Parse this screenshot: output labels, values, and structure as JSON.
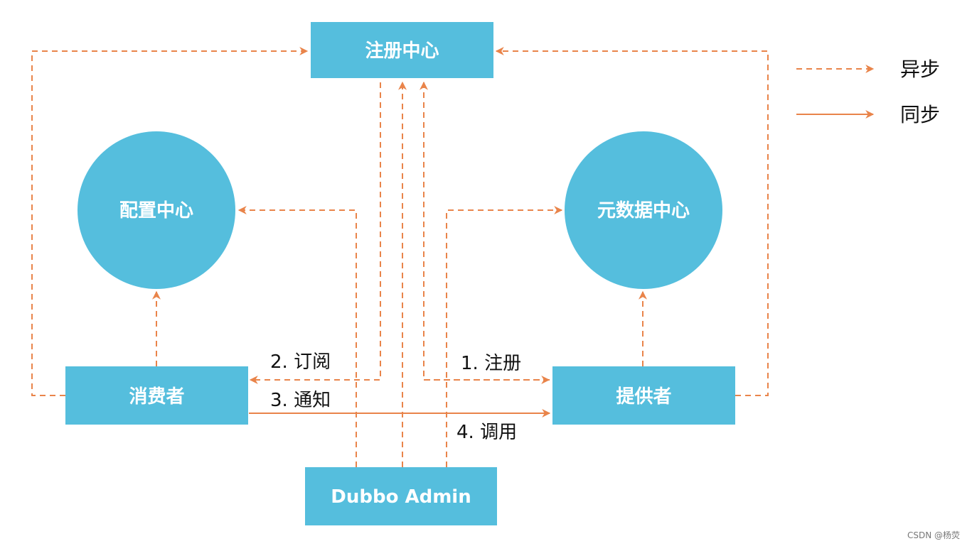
{
  "nodes": {
    "registry": "注册中心",
    "config_center": "配置中心",
    "metadata_center": "元数据中心",
    "consumer": "消费者",
    "provider": "提供者",
    "dubbo_admin": "Dubbo Admin"
  },
  "labels": {
    "subscribe": "2. 订阅",
    "notify": "3. 通知",
    "register": "1. 注册",
    "invoke": "4. 调用"
  },
  "legend": {
    "async": "异步",
    "sync": "同步"
  },
  "watermark": "CSDN @杨荧",
  "colors": {
    "node": "#55BEDD",
    "arrow": "#E9844A",
    "text": "#111111"
  }
}
